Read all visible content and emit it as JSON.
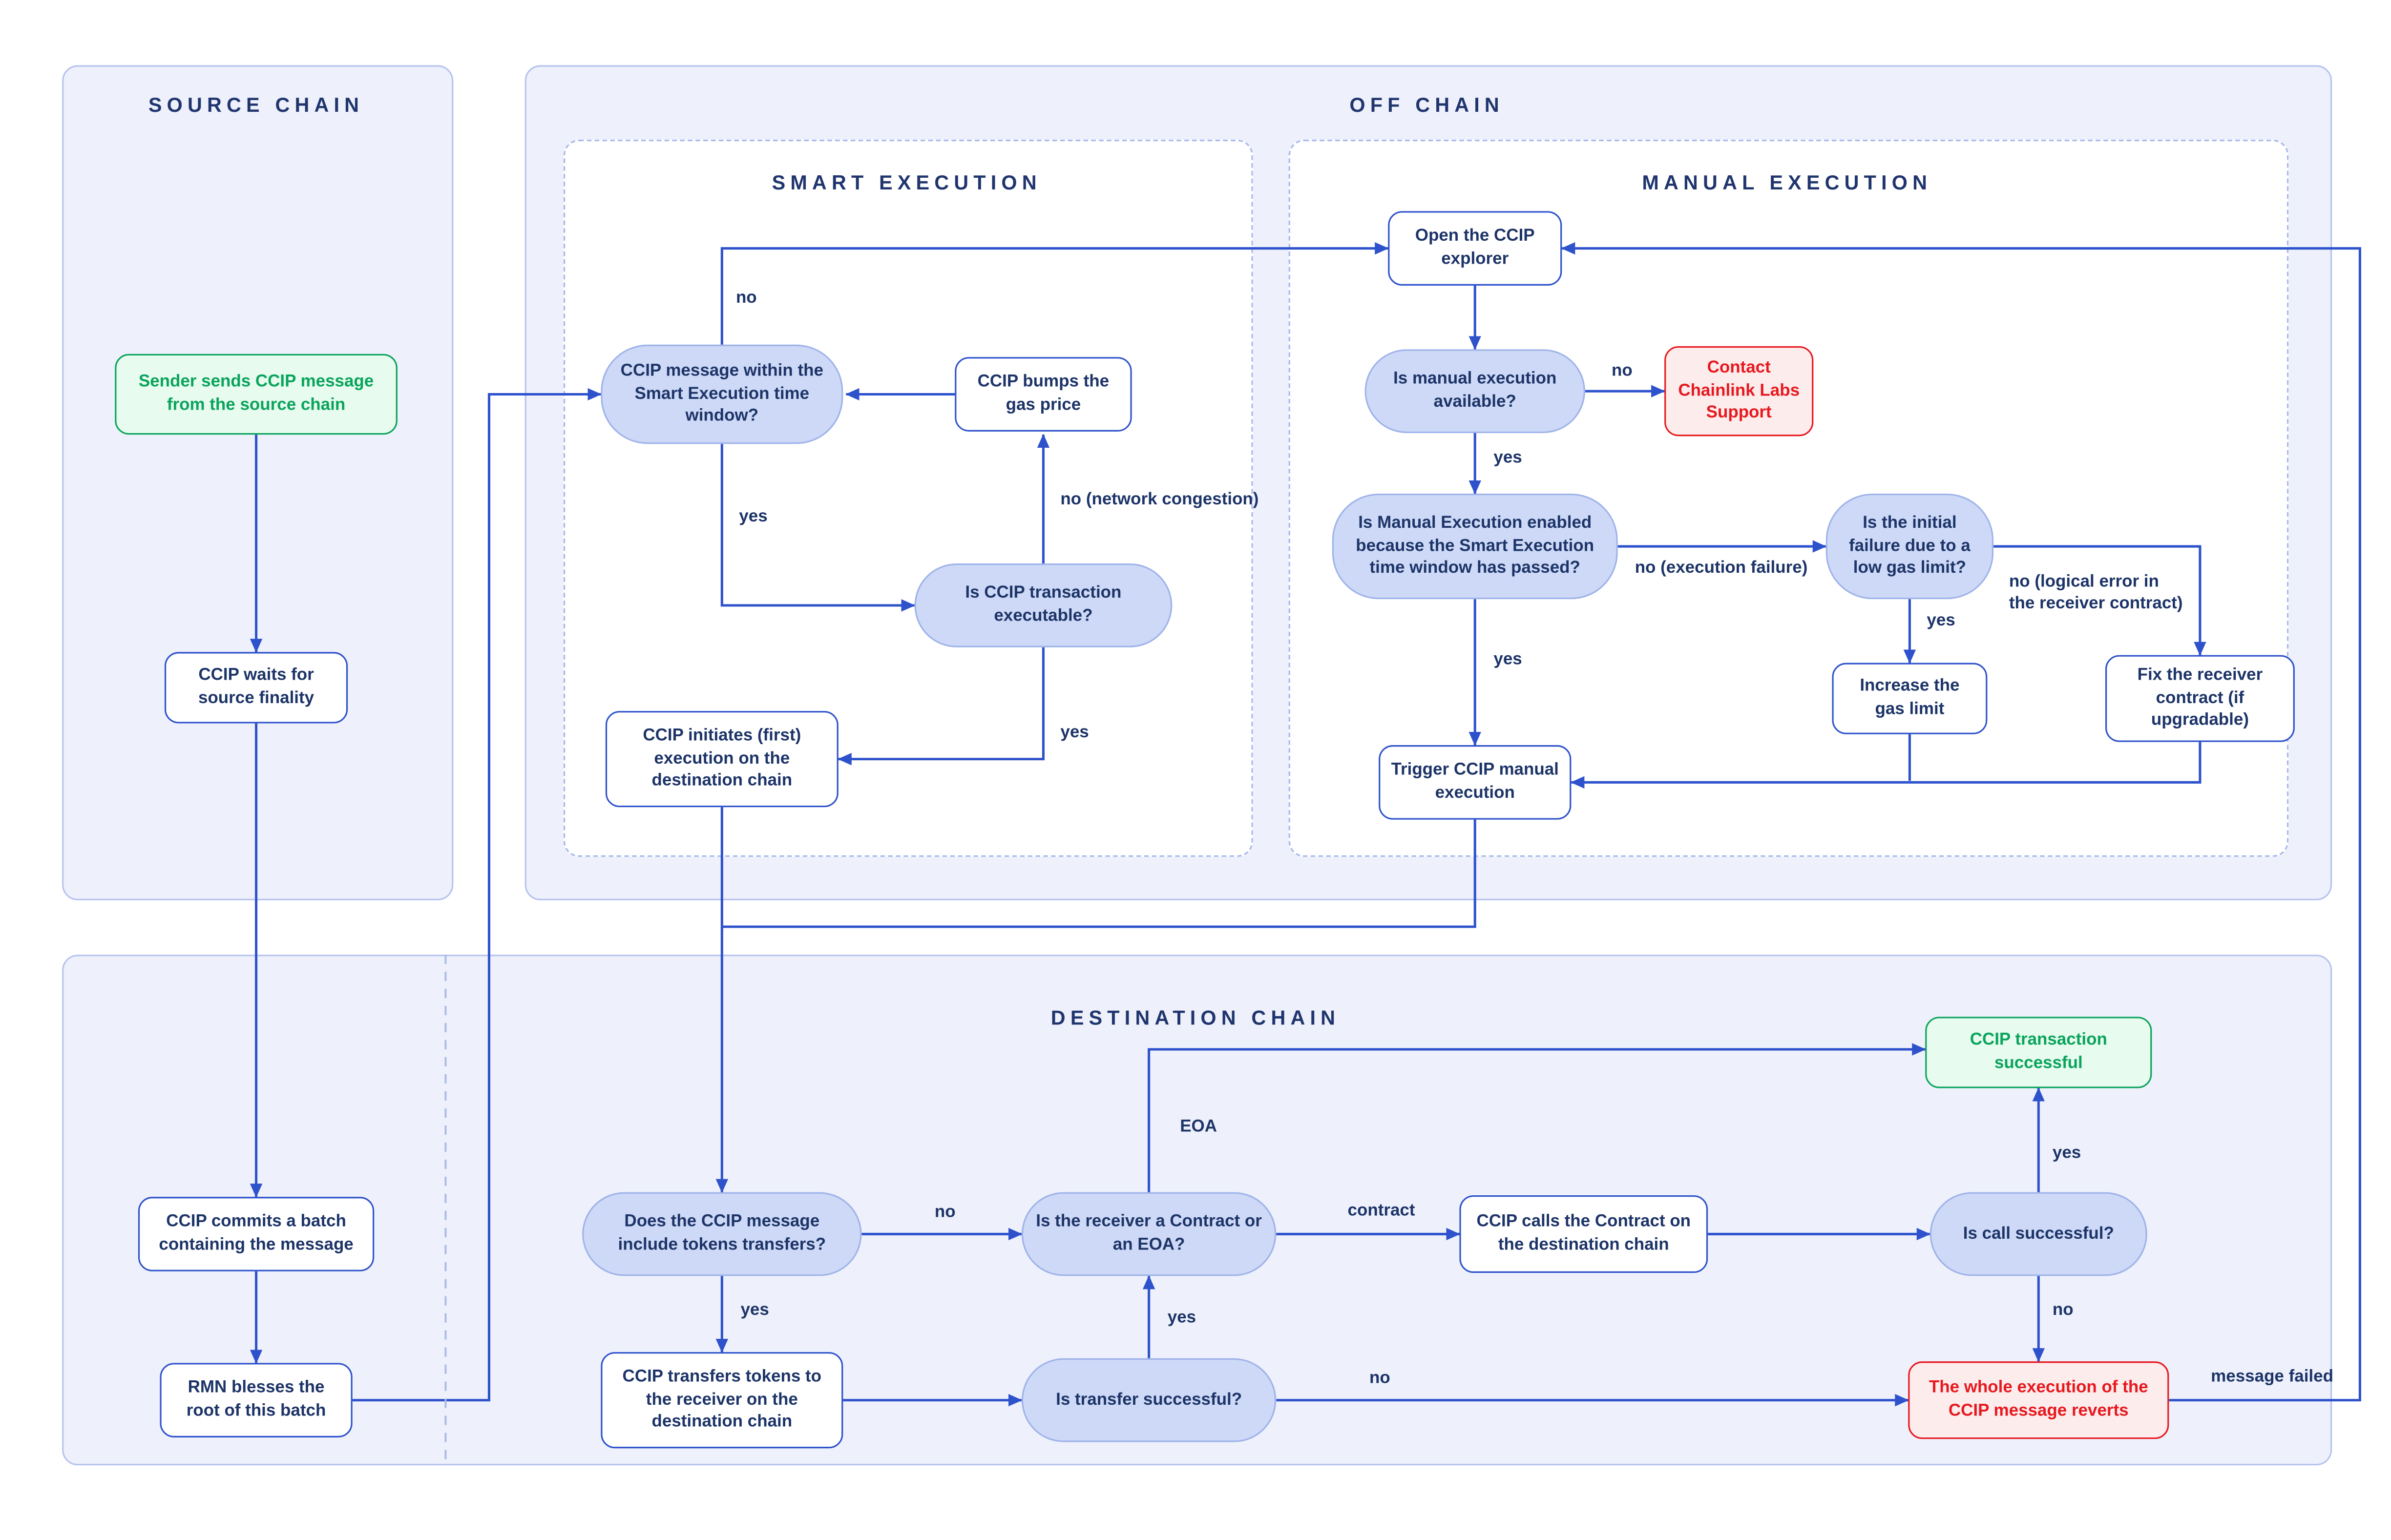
{
  "diagram": {
    "description": "CCIP message execution flowchart",
    "colors": {
      "accent_blue": "#2e52cc",
      "navy_text": "#1d3468",
      "pill_fill": "#cdd9f6",
      "pill_border": "#9fb3ea",
      "panel_fill": "#eef1fb",
      "panel_border": "#b6c3ef",
      "success_green": "#0aa45c",
      "error_red": "#e7191f"
    }
  },
  "panels": {
    "source_chain": "SOURCE CHAIN",
    "off_chain": "OFF CHAIN",
    "smart_execution": "SMART EXECUTION",
    "manual_execution": "MANUAL EXECUTION",
    "destination_chain": "DESTINATION CHAIN"
  },
  "nodes": {
    "sender": {
      "label": "Sender sends CCIP message from the source chain",
      "type": "success"
    },
    "waits": {
      "label": "CCIP waits for source finality",
      "type": "process"
    },
    "commits": {
      "label": "CCIP commits a batch containing the message",
      "type": "process"
    },
    "rmn": {
      "label": "RMN blesses the root of this batch",
      "type": "process"
    },
    "msg_within": {
      "label": "CCIP message within the Smart Execution time window?",
      "type": "decision"
    },
    "bumps": {
      "label": "CCIP bumps the gas price",
      "type": "process"
    },
    "executable": {
      "label": "Is CCIP transaction executable?",
      "type": "decision"
    },
    "initiates": {
      "label": "CCIP initiates (first) execution on the destination chain",
      "type": "process"
    },
    "open_explorer": {
      "label": "Open the CCIP explorer",
      "type": "process"
    },
    "manual_available": {
      "label": "Is manual execution available?",
      "type": "decision"
    },
    "contact_support": {
      "label": "Contact Chainlink Labs Support",
      "type": "error"
    },
    "manual_enabled": {
      "label": "Is Manual Execution enabled because the Smart Execution time window has passed?",
      "type": "decision"
    },
    "initial_failure": {
      "label": "Is the initial failure due to a low gas limit?",
      "type": "decision"
    },
    "increase_gas": {
      "label": "Increase the gas limit",
      "type": "process"
    },
    "fix_receiver": {
      "label": "Fix the receiver contract (if upgradable)",
      "type": "process"
    },
    "trigger": {
      "label": "Trigger CCIP manual execution",
      "type": "process"
    },
    "success_box": {
      "label": "CCIP transaction successful",
      "type": "success"
    },
    "tokens": {
      "label": "Does the CCIP message include tokens transfers?",
      "type": "decision"
    },
    "receiver": {
      "label": "Is the receiver a Contract or an EOA?",
      "type": "decision"
    },
    "calls": {
      "label": "CCIP calls the Contract on the destination chain",
      "type": "process"
    },
    "call_success": {
      "label": "Is call successful?",
      "type": "decision"
    },
    "transfers": {
      "label": "CCIP transfers tokens to the receiver on the destination chain",
      "type": "process"
    },
    "transfer_success": {
      "label": "Is transfer successful?",
      "type": "decision"
    },
    "reverts": {
      "label": "The whole execution of the CCIP message reverts",
      "type": "error"
    }
  },
  "labels": {
    "smart_no": "no",
    "smart_yes": "yes",
    "congestion": "no (network congestion)",
    "exec_yes": "yes",
    "manual_no": "no",
    "manual_yes": "yes",
    "exec_failure": "no (execution failure)",
    "enabled_yes": "yes",
    "failure_yes": "yes",
    "logical_error": "no (logical error in the receiver contract)",
    "tokens_no": "no",
    "tokens_yes": "yes",
    "transfer_yes": "yes",
    "eoa": "EOA",
    "contract": "contract",
    "call_yes": "yes",
    "call_no": "no",
    "transfer_no": "no",
    "message_failed": "message failed"
  }
}
